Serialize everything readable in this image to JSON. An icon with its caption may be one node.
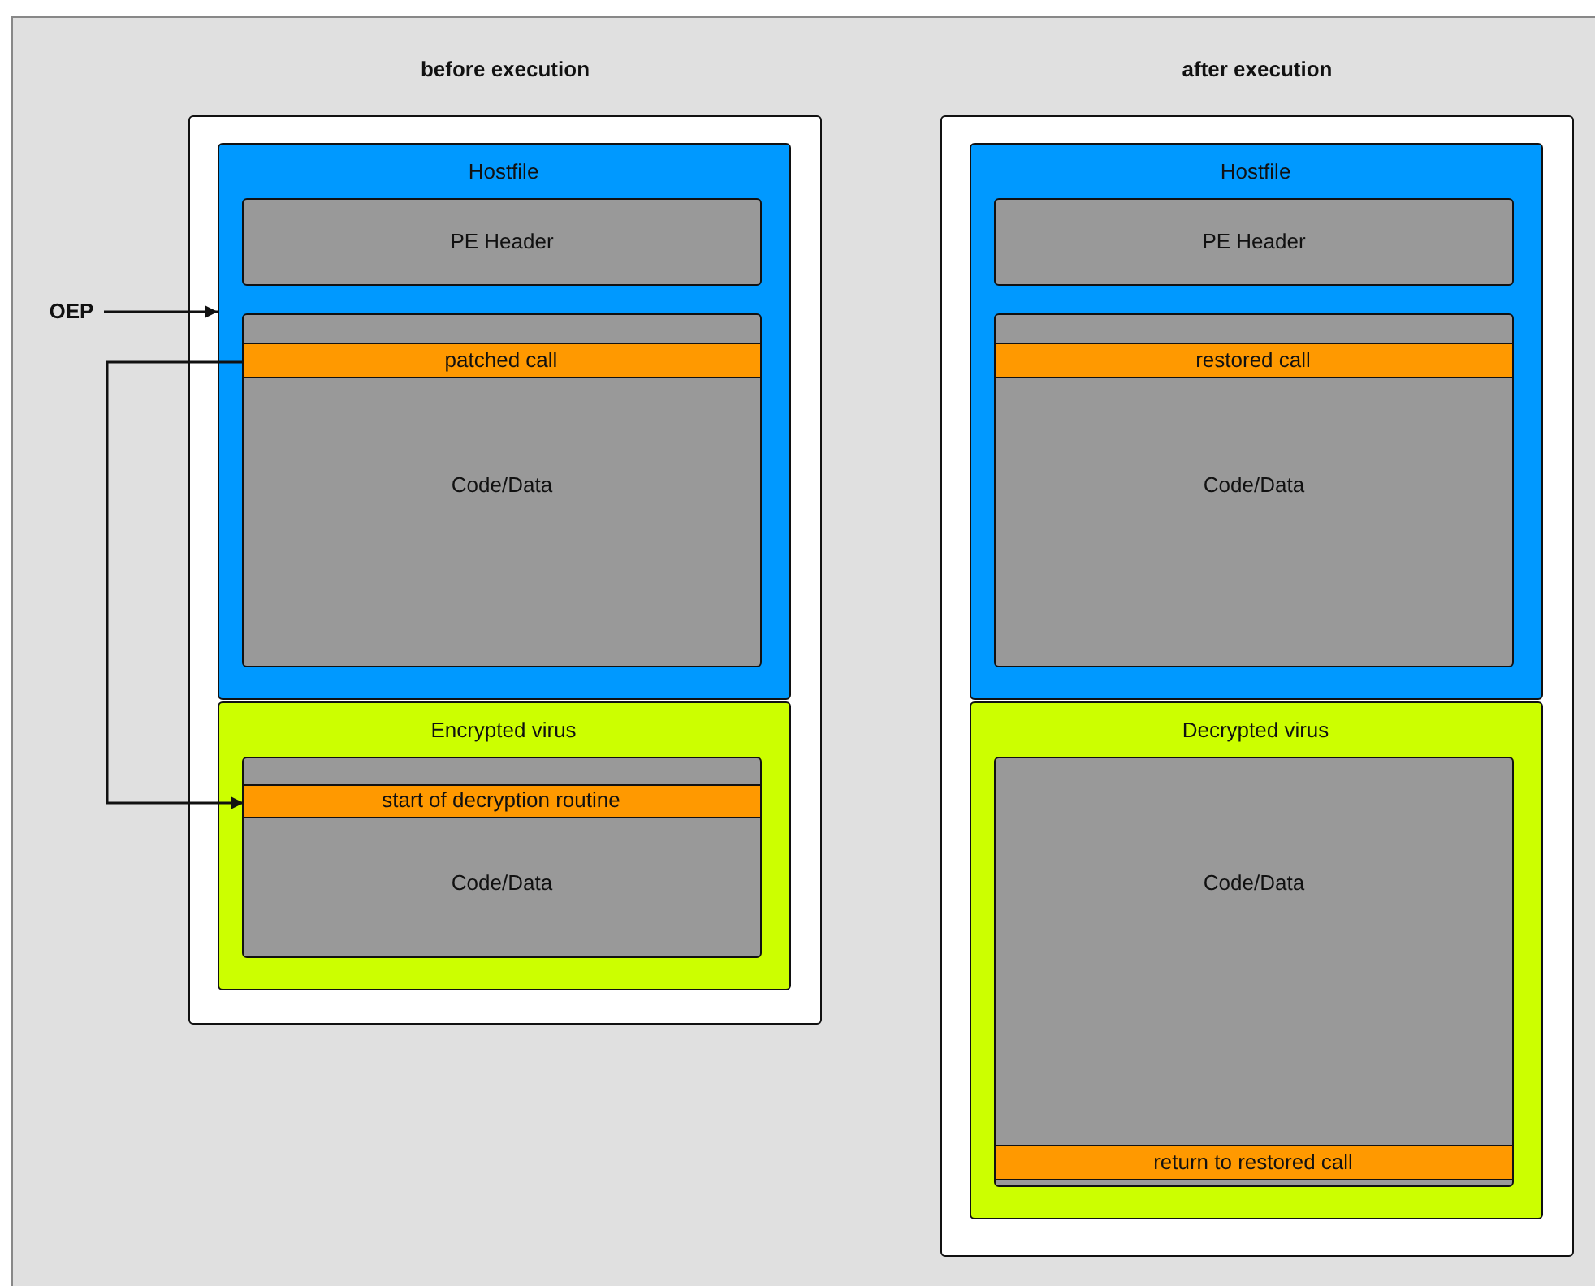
{
  "diagram": {
    "nodes": [
      {
        "text": [
          "before execution"
        ]
      },
      {
        "text": [
          "Hostfile"
        ],
        "in": 0
      },
      {
        "text": [
          "PE Header"
        ],
        "in": 1
      },
      {
        "text": [
          "Code/Data"
        ],
        "in": 1
      },
      {
        "text": [
          "patched call"
        ],
        "in": 3
      },
      {
        "text": [
          "Encrypted virus"
        ],
        "in": 0
      },
      {
        "text": [
          "Code/Data"
        ],
        "in": 5
      },
      {
        "text": [
          "start of decryption routine"
        ],
        "in": 6
      },
      {
        "text": [
          "OEP"
        ]
      },
      {
        "text": [
          "after execution"
        ]
      },
      {
        "text": [
          "Hostfile"
        ],
        "in": 9
      },
      {
        "text": [
          "PE Header"
        ],
        "in": 10
      },
      {
        "text": [
          "Code/Data"
        ],
        "in": 10
      },
      {
        "text": [
          "restored call"
        ],
        "in": 12
      },
      {
        "text": [
          "Decrypted virus"
        ],
        "in": 9
      },
      {
        "text": [
          "Code/Data"
        ],
        "in": 14
      },
      {
        "text": [
          "return to restored call"
        ],
        "in": 15
      }
    ],
    "edges": [
      {
        "from": 8,
        "to": 1,
        "arrow": "to"
      },
      {
        "from": 4,
        "to": 7,
        "arrow": "to"
      }
    ]
  }
}
